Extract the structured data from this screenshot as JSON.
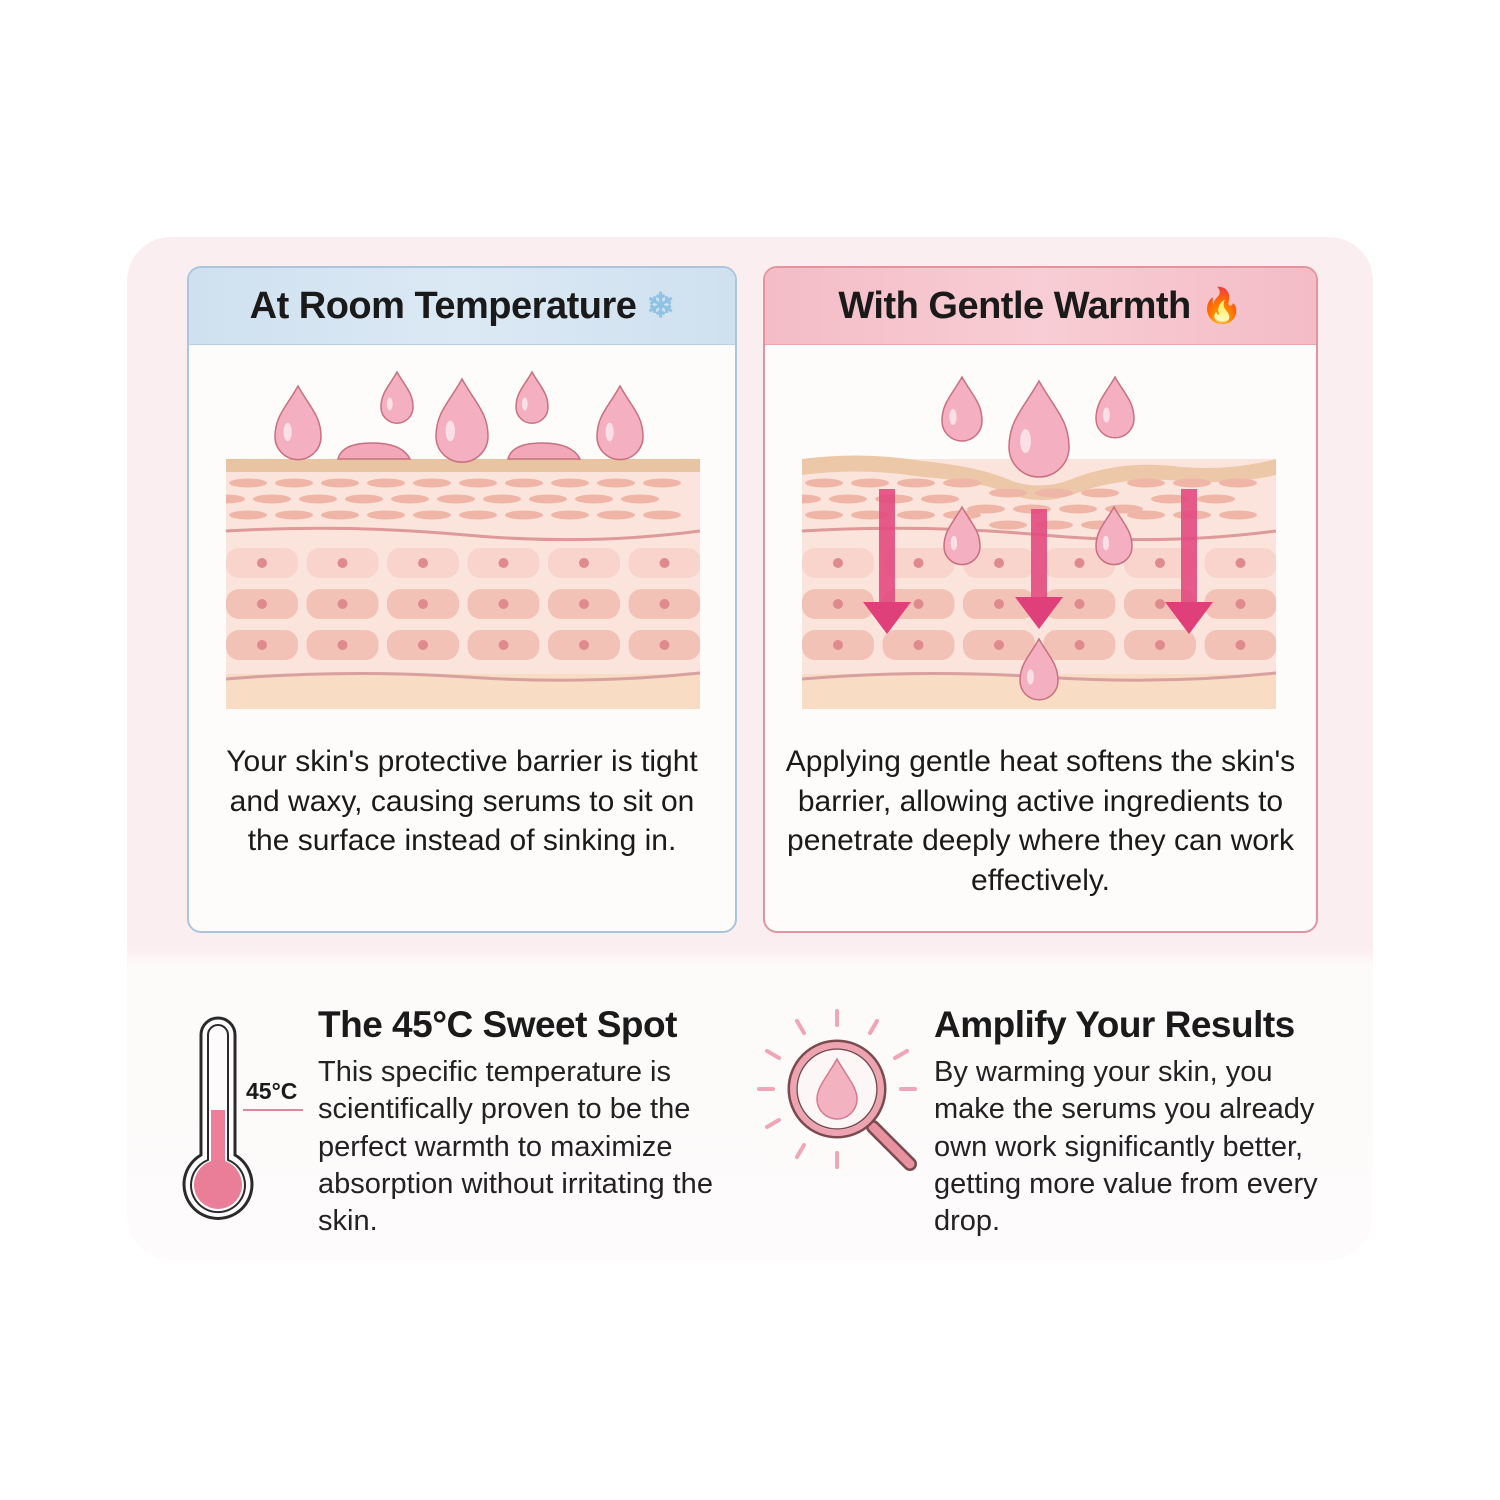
{
  "cards": [
    {
      "title": "At Room Temperature",
      "icon": "snowflake-icon",
      "icon_glyph": "❄",
      "description": "Your skin's protective barrier is tight and waxy, causing serums to sit on the surface instead of sinking in."
    },
    {
      "title": "With Gentle Warmth",
      "icon": "fire-icon",
      "icon_glyph": "🔥",
      "description": "Applying gentle heat softens the skin's barrier, allowing active ingredients to penetrate deeply where they can work effectively."
    }
  ],
  "features": [
    {
      "title": "The 45°C Sweet Spot",
      "icon": "thermometer-icon",
      "thermometer_label": "45°C",
      "body": "This specific temperature is scientifically proven to be the perfect warmth to maximize absorption without irritating the skin."
    },
    {
      "title": "Amplify Your Results",
      "icon": "magnifier-drop-icon",
      "body": "By warming your skin, you make the serums you already own work significantly better, getting more value from every drop."
    }
  ],
  "colors": {
    "cool_border": "#a9c6de",
    "warm_border": "#e3949f",
    "drop": "#f3a9bb",
    "arrow": "#e0407a",
    "skin": "#f2c7bd"
  }
}
